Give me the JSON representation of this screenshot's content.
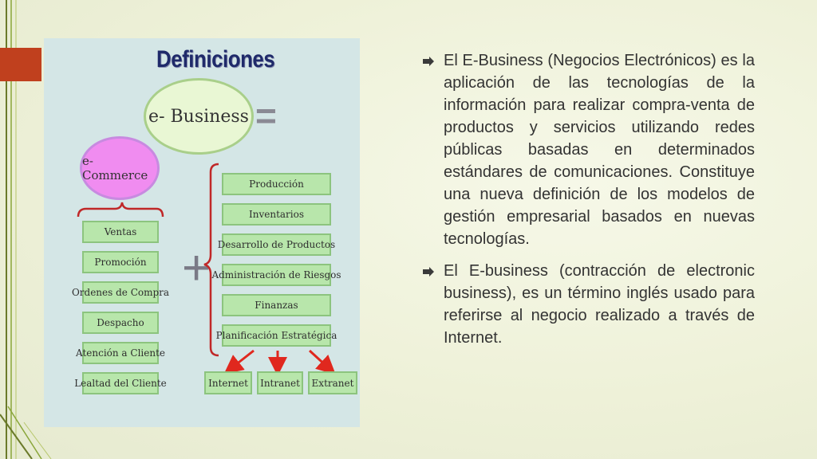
{
  "slide": {
    "diagram": {
      "title": "Definiciones",
      "ebusiness_label": "e- Business",
      "ecommerce_label": "e- Commerce",
      "equals_sign": "=",
      "plus_sign": "+",
      "ecommerce_items": [
        "Ventas",
        "Promoción",
        "Ordenes de Compra",
        "Despacho",
        "Atención a Cliente",
        "Lealtad del Cliente"
      ],
      "business_items": [
        "Producción",
        "Inventarios",
        "Desarrollo de Productos",
        "Administración de Riesgos",
        "Finanzas",
        "Planificación Estratégica"
      ],
      "network_items": [
        "Internet",
        "Intranet",
        "Extranet"
      ]
    },
    "bullets": [
      "El E-Business (Negocios Electrónicos) es la aplicación de las tecnologías de la información para realizar compra-venta de productos y servicios utilizando redes públicas basadas en determinados estándares de comunicaciones. Constituye una nueva definición de los modelos de gestión empresarial basados en nuevas tecnologías.",
      "El E-business (contracción de electronic business), es un término inglés usado para referirse al negocio realizado a través de Internet."
    ],
    "colors": {
      "accent_red": "#c0401e",
      "decor_green": "#8aa63a",
      "box_green": "#b8e6ab",
      "ecommerce_pink": "#f08cf0",
      "arrow_red": "#e0281e"
    }
  }
}
